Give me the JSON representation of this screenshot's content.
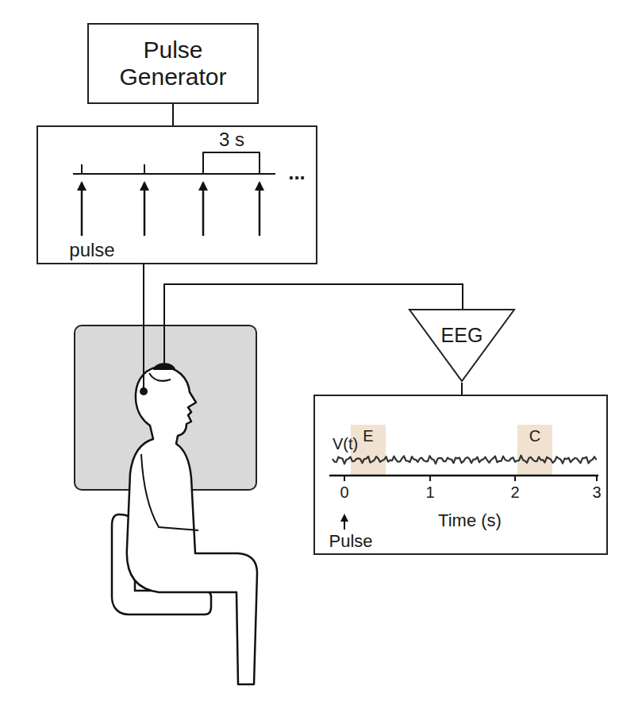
{
  "diagram": {
    "nodes": [
      {
        "text": [
          "Pulse Generator"
        ]
      },
      {
        "text": [
          "3 s",
          "...",
          "pulse"
        ]
      },
      {
        "text": [
          "EEG"
        ]
      },
      {
        "text": [
          "V(t)",
          "E",
          "C",
          "0",
          "1",
          "2",
          "3",
          "Time (s)",
          "Pulse"
        ]
      }
    ],
    "edges": [
      {
        "from": 0,
        "to": 1,
        "arrow": "none"
      },
      {
        "from": 2,
        "to": 3,
        "arrow": "none"
      }
    ]
  }
}
